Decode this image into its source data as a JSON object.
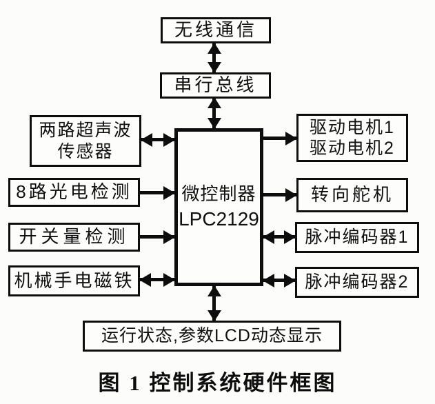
{
  "diagram": {
    "background_color": "#fcfcfa",
    "line_color": "#0d0d0d",
    "boxes": {
      "wireless": {
        "label": "无线通信"
      },
      "serial_bus": {
        "label": "串行总线"
      },
      "mcu": {
        "line1": "微控制器",
        "line2": "LPC2129"
      },
      "ultrasonic": {
        "line1": "两路超声波",
        "line2": "传感器"
      },
      "photoelectric": {
        "label": "8路光电检测"
      },
      "switch_detect": {
        "label": "开关量检测"
      },
      "electromagnet": {
        "label": "机械手电磁铁"
      },
      "drive_motor": {
        "line1": "驱动电机1",
        "line2": "驱动电机2"
      },
      "steering_servo": {
        "label": "转向舵机"
      },
      "encoder1": {
        "label": "脉冲编码器1"
      },
      "encoder2": {
        "label": "脉冲编码器2"
      },
      "lcd_display": {
        "label": "运行状态,参数LCD动态显示"
      }
    },
    "connections": [
      {
        "from": "无线通信",
        "to": "串行总线",
        "direction": "bidirectional"
      },
      {
        "from": "串行总线",
        "to": "微控制器LPC2129",
        "direction": "bidirectional"
      },
      {
        "from": "两路超声波传感器",
        "to": "微控制器LPC2129",
        "direction": "bidirectional"
      },
      {
        "from": "8路光电检测",
        "to": "微控制器LPC2129",
        "direction": "to"
      },
      {
        "from": "开关量检测",
        "to": "微控制器LPC2129",
        "direction": "to"
      },
      {
        "from": "机械手电磁铁",
        "to": "微控制器LPC2129",
        "direction": "bidirectional"
      },
      {
        "from": "微控制器LPC2129",
        "to": "驱动电机1/驱动电机2",
        "direction": "to"
      },
      {
        "from": "微控制器LPC2129",
        "to": "转向舵机",
        "direction": "to"
      },
      {
        "from": "微控制器LPC2129",
        "to": "脉冲编码器1",
        "direction": "bidirectional"
      },
      {
        "from": "微控制器LPC2129",
        "to": "脉冲编码器2",
        "direction": "bidirectional"
      },
      {
        "from": "微控制器LPC2129",
        "to": "运行状态,参数LCD动态显示",
        "direction": "bidirectional"
      }
    ],
    "caption": "图 1  控制系统硬件框图"
  }
}
